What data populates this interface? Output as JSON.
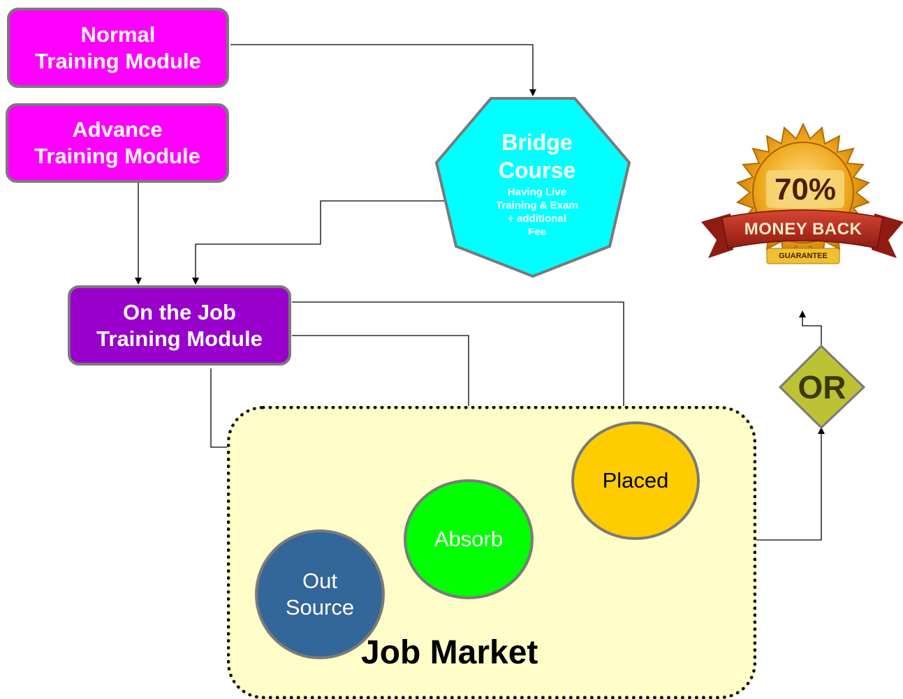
{
  "nodes": {
    "normal_training": "Normal\nTraining Module",
    "advance_training": "Advance\nTraining Module",
    "bridge_title": "Bridge\nCourse",
    "bridge_detail": "Having Live\nTraining & Exam\n+ additional\nFee",
    "on_job_training": "On the Job\nTraining Module",
    "out_source": "Out\nSource",
    "absorb": "Absorb",
    "placed": "Placed",
    "or_decision": "OR",
    "job_market": "Job Market"
  },
  "badge": {
    "percent": "70%",
    "ribbon": "MONEY BACK",
    "sub": "GUARANTEE"
  },
  "colors": {
    "magenta": "#ff00ff",
    "purple": "#9900cc",
    "cyan": "#00ffff",
    "out_source": "#336699",
    "absorb": "#00ff00",
    "placed": "#ffcc00",
    "or_diamond": "#bcc234",
    "job_market_fill": "#fffdc8",
    "badge_gold": "#e8a020",
    "badge_ribbon": "#b02a1e"
  },
  "images": {
    "business_team": "people-group-photo"
  }
}
